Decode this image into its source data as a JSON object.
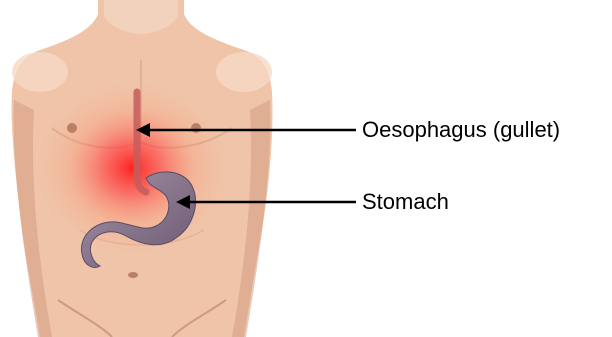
{
  "labels": {
    "oesophagus": "Oesophagus (gullet)",
    "stomach": "Stomach"
  },
  "colors": {
    "skin_light": "#f3d4bf",
    "skin_mid": "#e0ad8f",
    "skin_shadow": "#c8957a",
    "inflammation": "#ff2a2a",
    "stomach": "#8e7c93",
    "stomach_dark": "#6d5a74",
    "arrow": "#000000",
    "label_text": "#000000"
  },
  "icons": {
    "illustration": "torso-with-digestive-tract"
  }
}
